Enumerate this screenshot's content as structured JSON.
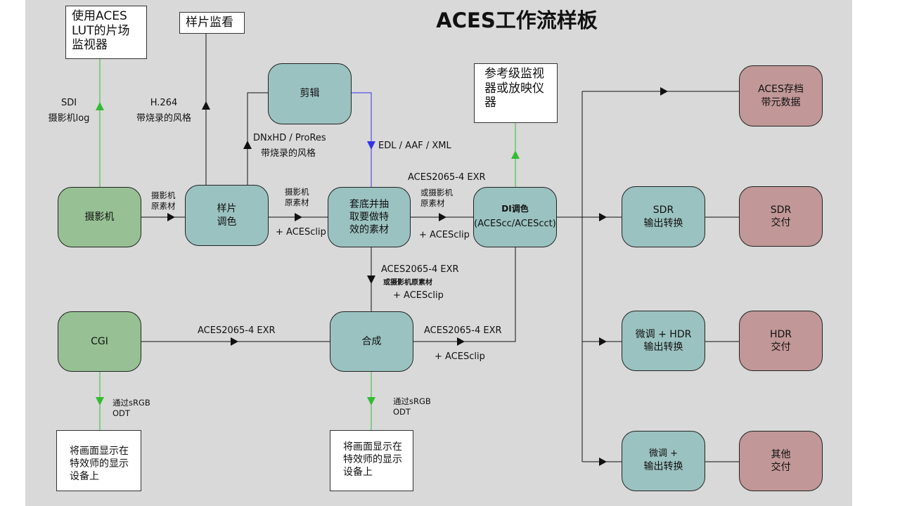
{
  "title": "ACES工作流样板",
  "monitors": {
    "aces_lut": [
      "使用ACES",
      "LUT的片场",
      "监视器"
    ],
    "dailies_view": [
      "样片监看"
    ],
    "reference": [
      "参考级监视",
      "器或放映仪",
      "器"
    ]
  },
  "nodes": {
    "camera": [
      "摄影机"
    ],
    "dailies_grade": [
      "样片",
      "调色"
    ],
    "edit": [
      "剪辑"
    ],
    "conform": [
      "套底并抽",
      "取要做特",
      "效的素材"
    ],
    "di_grade": [
      "DI调色",
      "(ACEScc/ACEScct)"
    ],
    "cgi": [
      "CGI"
    ],
    "composite": [
      "合成"
    ],
    "sdr_transform": [
      "SDR",
      "输出转换"
    ],
    "hdr_transform": [
      "微调 + HDR",
      "输出转换"
    ],
    "other_transform": [
      "微调 +",
      "输出转换"
    ],
    "archive": [
      "ACES存档",
      "带元数据"
    ],
    "sdr_delivery": [
      "SDR",
      "交付"
    ],
    "hdr_delivery": [
      "HDR",
      "交付"
    ],
    "other_delivery": [
      "其他",
      "交付"
    ]
  },
  "labels": {
    "sdi": [
      "SDI",
      "摄影机log"
    ],
    "h264": [
      "H.264",
      "带烧录的风格"
    ],
    "dnxhd": [
      "DNxHD / ProRes",
      "带烧录的风格"
    ],
    "edl": "EDL / AAF / XML",
    "cam_raw_1": [
      "摄影机",
      "原素材"
    ],
    "cam_raw_2": [
      "摄影机",
      "原素材"
    ],
    "aces_clip_1": "+ ACESclip",
    "aces_exr_top": "ACES2065-4 EXR",
    "or_cam_raw": [
      "或摄影机",
      "原素材"
    ],
    "aces_clip_2": "+ ACESclip",
    "aces_exr_down": "ACES2065-4 EXR",
    "or_cam_raw_down": "或摄影机原素材",
    "aces_clip_down": "+ ACESclip",
    "aces_exr_cgi": "ACES2065-4 EXR",
    "aces_exr_comp": "ACES2065-4 EXR",
    "aces_clip_comp": "+ ACESclip",
    "srgb_1": [
      "通过sRGB",
      "ODT"
    ],
    "srgb_2": [
      "通过sRGB",
      "ODT"
    ]
  },
  "displays": {
    "vfx_display_1": [
      "将画面显示在",
      "特效师的显示",
      "设备上"
    ],
    "vfx_display_2": [
      "将画面显示在",
      "特效师的显示",
      "设备上"
    ]
  },
  "colors": {
    "slide_bg": "#d9d9d9",
    "green_node": "#97c194",
    "teal_node": "#9ac2c0",
    "rose_node": "#c19797",
    "green_arrow": "#33bb33",
    "blue_arrow": "#3333ee",
    "wire": "#111111"
  }
}
